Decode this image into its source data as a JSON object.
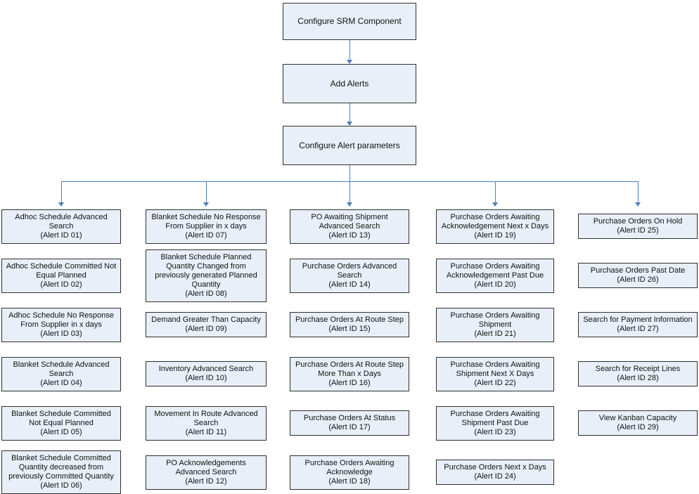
{
  "diagram": {
    "colors": {
      "node_fill": "#e9eff8",
      "node_border": "#2f2f2f",
      "connector": "#4a7ebb"
    },
    "top_nodes": [
      {
        "label": "Configure SRM Component"
      },
      {
        "label": "Add Alerts"
      },
      {
        "label": "Configure Alert parameters"
      }
    ],
    "columns": [
      {
        "nodes": [
          {
            "label": "Adhoc Schedule Advanced Search",
            "alert_id": "(Alert ID 01)"
          },
          {
            "label": "Adhoc Schedule Committed Not Equal Planned",
            "alert_id": "(Alert ID 02)"
          },
          {
            "label": "Adhoc Schedule No Response From Supplier in x days",
            "alert_id": "(Alert ID 03)"
          },
          {
            "label": "Blanket Schedule Advanced Search",
            "alert_id": "(Alert ID 04)"
          },
          {
            "label": "Blanket Schedule Committed Not Equal Planned",
            "alert_id": "(Alert ID 05)"
          },
          {
            "label": "Blanket Schedule Committed Quantity decreased from previously Committed Quantity",
            "alert_id": "(Alert ID 06)"
          }
        ]
      },
      {
        "nodes": [
          {
            "label": "Blanket Schedule No Response From Supplier in x days",
            "alert_id": "(Alert ID 07)"
          },
          {
            "label": "Blanket Schedule Planned Quantity Changed from previously generated Planned Quantity",
            "alert_id": "(Alert ID 08)"
          },
          {
            "label": "Demand Greater Than Capacity",
            "alert_id": "(Alert ID 09)"
          },
          {
            "label": "Inventory Advanced Search",
            "alert_id": "(Alert ID 10)"
          },
          {
            "label": "Movement In Route Advanced Search",
            "alert_id": "(Alert ID 11)"
          },
          {
            "label": "PO Acknowledgements Advanced Search",
            "alert_id": "(Alert ID 12)"
          }
        ]
      },
      {
        "nodes": [
          {
            "label": "PO Awaiting Shipment Advanced Search",
            "alert_id": "(Alert ID 13)"
          },
          {
            "label": "Purchase Orders Advanced Search",
            "alert_id": "(Alert ID 14)"
          },
          {
            "label": "Purchase Orders At Route Step",
            "alert_id": "(Alert ID 15)"
          },
          {
            "label": "Purchase Orders At Route Step More Than x Days",
            "alert_id": "(Alert ID 16)"
          },
          {
            "label": "Purchase Orders At Status",
            "alert_id": "(Alert ID 17)"
          },
          {
            "label": "Purchase Orders Awaiting Acknowledge",
            "alert_id": "(Alert ID 18)"
          }
        ]
      },
      {
        "nodes": [
          {
            "label": "Purchase Orders Awaiting Acknowledgement Next x Days",
            "alert_id": "(Alert ID 19)"
          },
          {
            "label": "Purchase Orders Awaiting Acknowledgement Past Due",
            "alert_id": "(Alert ID 20)"
          },
          {
            "label": "Purchase Orders Awaiting Shipment",
            "alert_id": "(Alert ID 21)"
          },
          {
            "label": "Purchase Orders Awaiting Shipment Next X Days",
            "alert_id": "(Alert ID 22)"
          },
          {
            "label": "Purchase Orders Awaiting Shipment Past Due",
            "alert_id": "(Alert ID 23)"
          },
          {
            "label": "Purchase Orders Next x Days",
            "alert_id": "(Alert ID 24)"
          }
        ]
      },
      {
        "nodes": [
          {
            "label": "Purchase Orders On Hold",
            "alert_id": "(Alert ID 25)"
          },
          {
            "label": "Purchase Orders Past Date",
            "alert_id": "(Alert ID 26)"
          },
          {
            "label": "Search for Payment Information",
            "alert_id": "(Alert ID 27)"
          },
          {
            "label": "Search for Receipt Lines",
            "alert_id": "(Alert ID 28)"
          },
          {
            "label": "View Kanban Capacity",
            "alert_id": "(Alert ID 29)"
          }
        ]
      }
    ]
  }
}
